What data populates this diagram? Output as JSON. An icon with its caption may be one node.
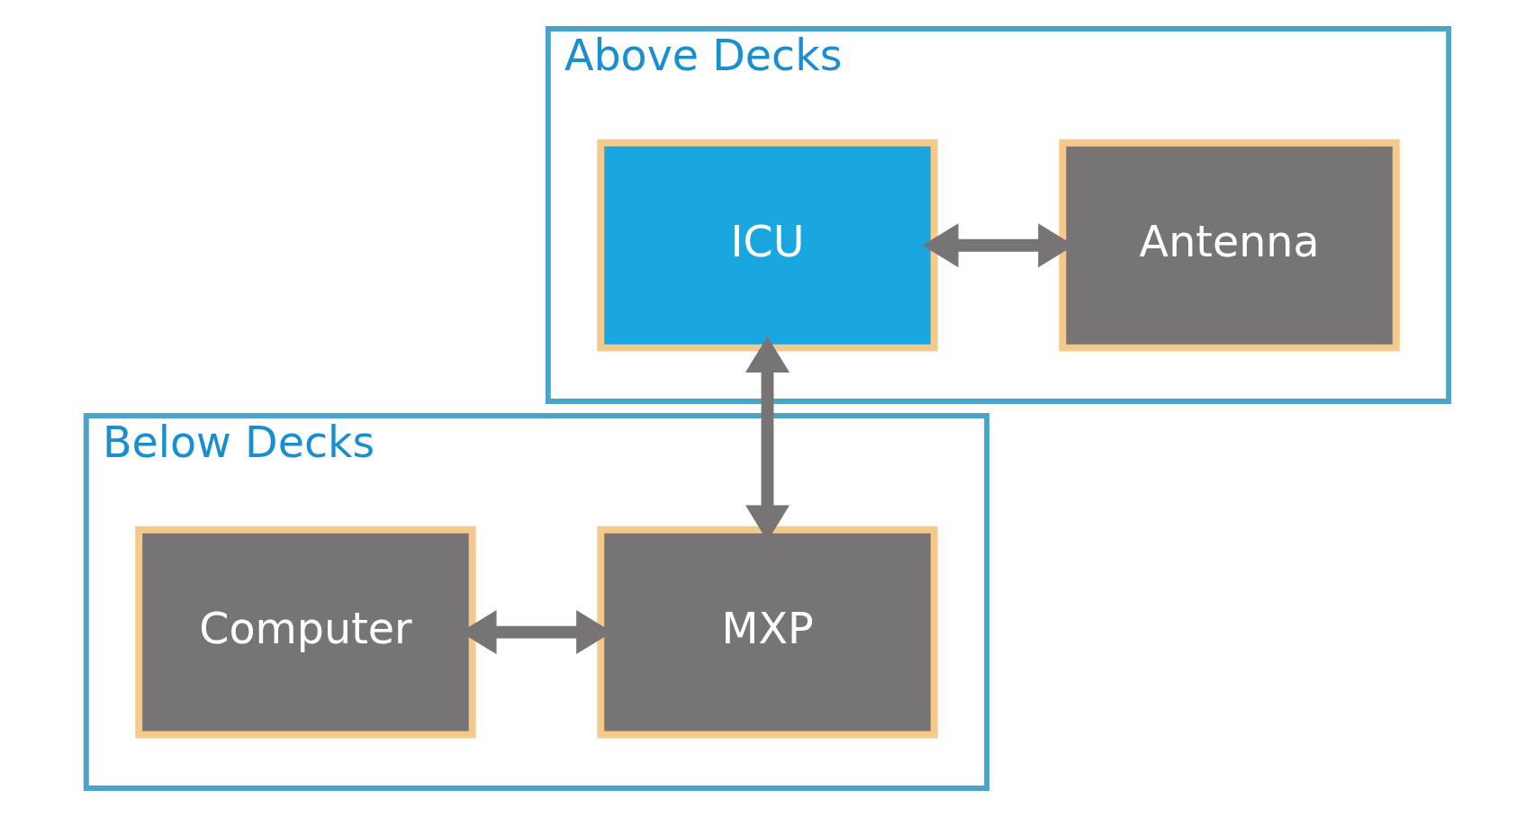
{
  "diagram": {
    "nodes": [
      {
        "text": [
          "Above Decks"
        ]
      },
      {
        "text": [
          "ICU"
        ],
        "in": 0
      },
      {
        "text": [
          "Antenna"
        ],
        "in": 0
      },
      {
        "text": [
          "Below Decks"
        ]
      },
      {
        "text": [
          "Computer"
        ],
        "in": 3
      },
      {
        "text": [
          "MXP"
        ],
        "in": 3
      }
    ],
    "edges": [
      {
        "from": 1,
        "to": 2,
        "arrow": "both"
      },
      {
        "from": 1,
        "to": 5,
        "arrow": "both"
      },
      {
        "from": 4,
        "to": 5,
        "arrow": "both"
      }
    ]
  }
}
